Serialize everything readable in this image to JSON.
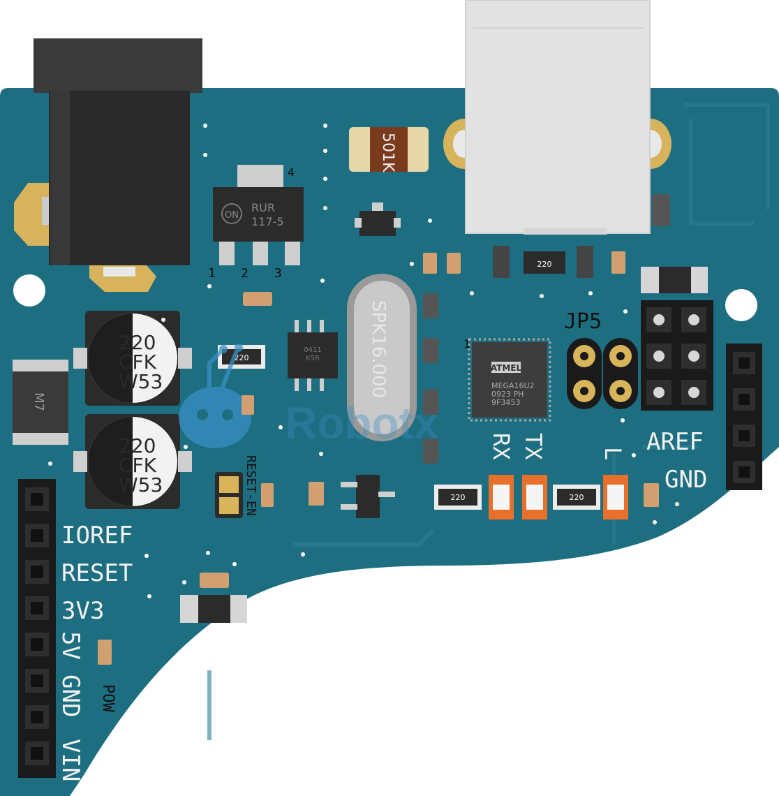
{
  "colors": {
    "pcb": "#1d6e80",
    "pcb_trace": "#2a7d8e",
    "pad": "#d8b45a",
    "header": "#1a1a1a",
    "led": "#e8702a",
    "watermark": "#3a8fc4"
  },
  "regulator": {
    "brand": "ON",
    "line1": "RUR",
    "line2": "117-5",
    "pin4": "4",
    "pin1": "1",
    "pin2": "2",
    "pin3": "3"
  },
  "fuse_label": "501K",
  "capacitors": [
    {
      "l1": "220",
      "l2": "CFK",
      "l3": "W53"
    },
    {
      "l1": "220",
      "l2": "CFK",
      "l3": "W53"
    }
  ],
  "diode_label": "M7",
  "resistor_values": {
    "r1": "220",
    "r2": "220",
    "r3": "220",
    "r4": "220"
  },
  "crystal_label": "SPK16.000",
  "mcu": {
    "pin1": "1",
    "brand": "ATMEL",
    "line1": "MEGA16U2",
    "line2": "0923 PH",
    "line3": "9F3453"
  },
  "small_ic": {
    "line1": "0411",
    "line2": "K5R"
  },
  "labels": {
    "jp5": "JP5",
    "rx": "RX",
    "tx": "TX",
    "l": "L",
    "aref": "AREF",
    "gnd_right": "GND",
    "reset_en": "RESET-EN",
    "ioref": "IOREF",
    "reset": "RESET",
    "v3v3": "3V3",
    "v5": "5V",
    "gnd_left": "GND",
    "vin": "VIN",
    "pow": "POW"
  },
  "watermark": "Robotx"
}
